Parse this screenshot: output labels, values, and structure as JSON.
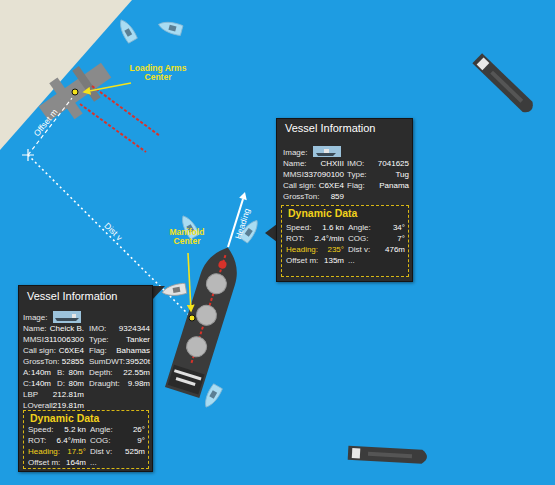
{
  "diagram": {
    "nodes": [
      {
        "text": [
          "Vessel Information",
          "Image:",
          "Name:",
          "CHXIII",
          "IMO:",
          "7041625",
          "MMSI:",
          "337090100",
          "Type:",
          "Tug",
          "Call sign:",
          "C6XE4",
          "Flag:",
          "Panama",
          "GrossTon:",
          "859"
        ]
      },
      {
        "text": [
          "Dynamic Data",
          "Speed:",
          "1.6 kn",
          "Angle:",
          "34°",
          "ROT:",
          "2.4°/min",
          "COG:",
          "7°",
          "Heading:",
          "235°",
          "Dist v:",
          "476m",
          "Offset m:",
          "135m",
          "..."
        ],
        "in": 0
      },
      {
        "text": [
          "Vessel Information",
          "Image:",
          "Name:",
          "Cheick B.",
          "IMO:",
          "9324344",
          "MMSI:",
          "311006300",
          "Type:",
          "Tanker",
          "Call sign:",
          "C6XE4",
          "Flag:",
          "Bahamas",
          "GrossTon:",
          "52855",
          "SumDWT:",
          "39520t",
          "A:",
          "140m",
          "B:",
          "80m",
          "Depth:",
          "22.55m",
          "C:",
          "140m",
          "D:",
          "80m",
          "Draught:",
          "9.98m",
          "LBP",
          "212.81m",
          "LOverall:",
          "219.81m"
        ]
      },
      {
        "text": [
          "Dynamic Data",
          "Speed:",
          "5.2 kn",
          "Angle:",
          "26°",
          "ROT:",
          "6.4°/min",
          "COG:",
          "9°",
          "Heading:",
          "17.5°",
          "Dist v:",
          "525m",
          "Offset m:",
          "164m",
          "..."
        ],
        "in": 2
      }
    ],
    "labels": [
      "Loading Arms Center",
      "Offset m",
      "Dist v",
      "Heading",
      "Manifold Center"
    ]
  }
}
